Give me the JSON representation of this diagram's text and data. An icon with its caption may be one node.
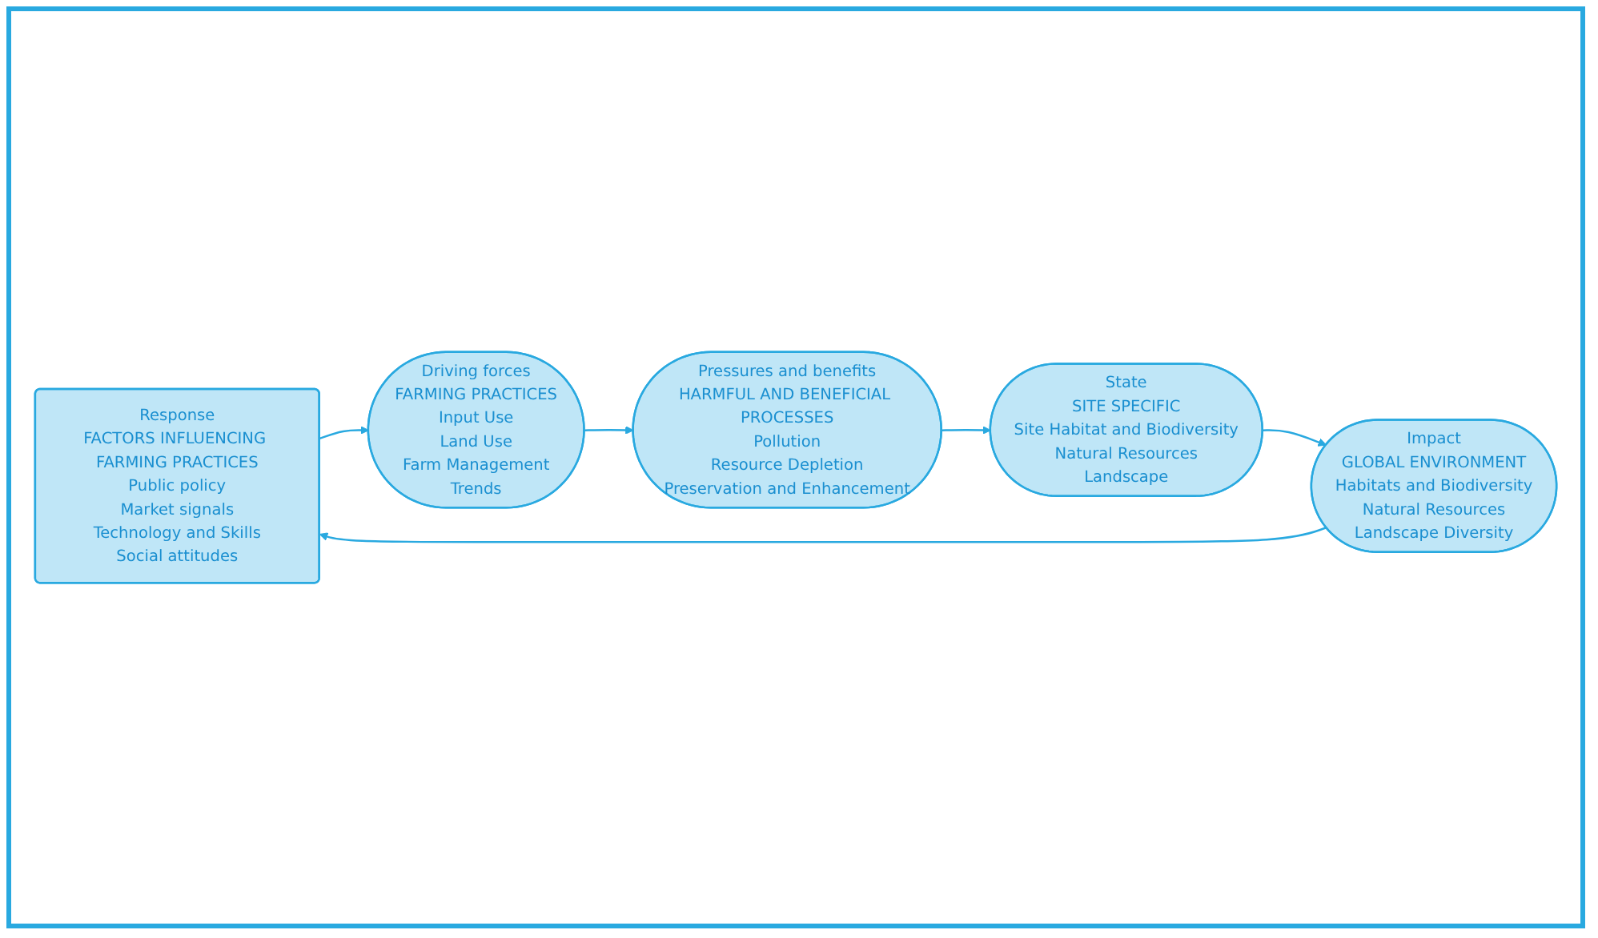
{
  "diagram": {
    "nodes": [
      {
        "text": [
          "Response",
          "FACTORS INFLUENCING FARMING PRACTICES",
          "Public policy",
          "Market signals",
          "Technology and Skills",
          "Social attitudes"
        ]
      },
      {
        "text": [
          "Driving forces",
          "FARMING PRACTICES",
          "Input Use",
          "Land Use",
          "Farm Management",
          "Trends"
        ]
      },
      {
        "text": [
          "Pressures and benefits",
          "HARMFUL AND BENEFICIAL PROCESSES",
          "Pollution",
          "Resource Depletion",
          "Preservation and Enhancement"
        ]
      },
      {
        "text": [
          "State",
          "SITE SPECIFIC",
          "Site Habitat and Biodiversity",
          "Natural Resources",
          "Landscape"
        ]
      },
      {
        "text": [
          "Impact",
          "GLOBAL ENVIRONMENT",
          "Habitats and Biodiversity",
          "Natural Resources",
          "Landscape Diversity"
        ]
      }
    ],
    "edges": [
      {
        "from": 0,
        "to": 1,
        "arrow": "to"
      },
      {
        "from": 1,
        "to": 2,
        "arrow": "to"
      },
      {
        "from": 2,
        "to": 3,
        "arrow": "to"
      },
      {
        "from": 3,
        "to": 4,
        "arrow": "to"
      },
      {
        "from": 4,
        "to": 0,
        "arrow": "to"
      }
    ]
  }
}
